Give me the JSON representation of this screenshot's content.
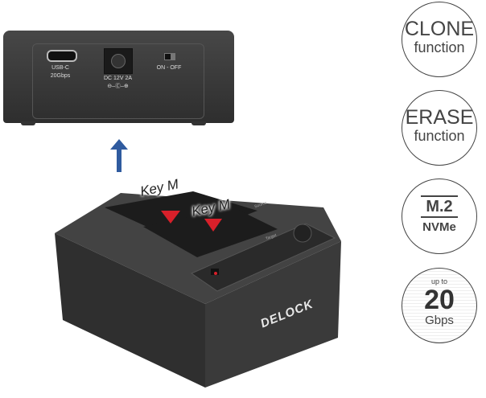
{
  "rear_view": {
    "usb_label": "USB-C",
    "usb_speed": "20Gbps",
    "dc_label": "DC 12V 2A",
    "dc_polarity": "⊖–Ⓒ–⊕",
    "switch_label": "ON - OFF"
  },
  "arrow_color": "#2f5b9f",
  "dock": {
    "slot_label_1": "Key M",
    "slot_label_2": "Key M",
    "source_label": "Source",
    "target_label": "Target",
    "brand": "DELOCK",
    "marker_color": "#d8202a"
  },
  "badges": [
    {
      "line1": "CLONE",
      "line2": "function"
    },
    {
      "line1": "ERASE",
      "line2": "function"
    },
    {
      "line1": "M.2",
      "line2": "NVMe"
    },
    {
      "line0": "up to",
      "line1": "20",
      "line2": "Gbps"
    }
  ]
}
